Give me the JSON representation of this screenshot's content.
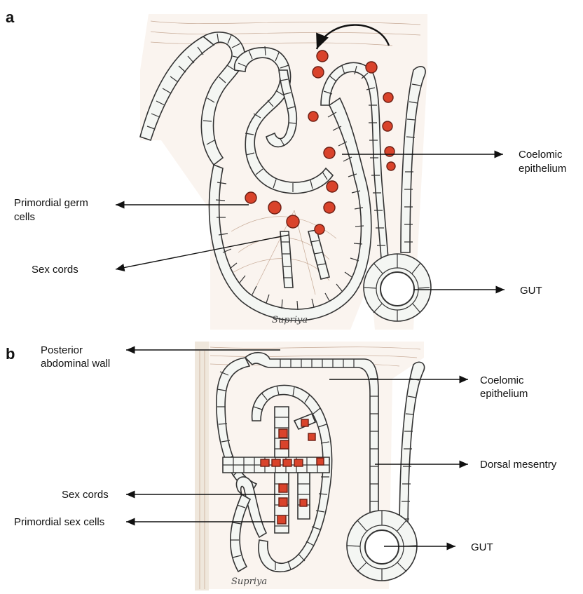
{
  "panels": [
    {
      "letter": "a",
      "labels": {
        "coelomic_epithelium_line1": "Coelomic",
        "coelomic_epithelium_line2": "epithelium",
        "primordial_germ_line1": "Primordial germ",
        "primordial_germ_line2": "cells",
        "sex_cords": "Sex cords",
        "gut": "GUT"
      },
      "signature": "Supriya"
    },
    {
      "letter": "b",
      "labels": {
        "posterior_line1": "Posterior",
        "posterior_line2": "abdominal wall",
        "coelomic_epithelium_line1": "Coelomic",
        "coelomic_epithelium_line2": "epithelium",
        "dorsal_mesentry": "Dorsal mesentry",
        "sex_cords": "Sex cords",
        "primordial_sex_cells": "Primordial sex cells",
        "gut": "GUT"
      },
      "signature": "Supriya"
    }
  ],
  "colors": {
    "germ_cell": "#d9432b",
    "tissue": "#faf4ef",
    "fiber": "#b08a70",
    "outline": "#333333"
  }
}
